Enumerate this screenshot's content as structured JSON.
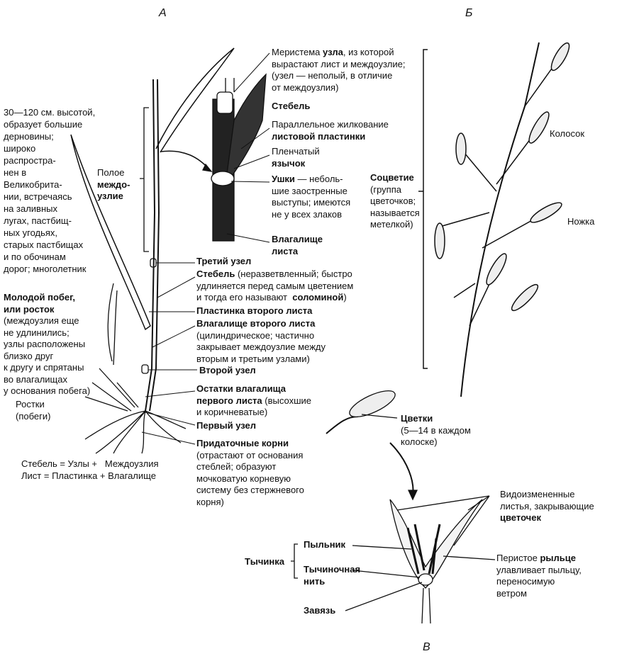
{
  "panels": {
    "a": "А",
    "b": "Б",
    "c": "В"
  },
  "stem_part": {
    "meristem": {
      "pre": "Меристема ",
      "bold": "узла",
      "post": ", из которой\nвырастают лист и междоузлие;\n(узел — неполый, в отличие\nот междоузлия)"
    },
    "stem": "Стебель",
    "venation": {
      "line1": "Параллельное жилкование",
      "line2": "листовой пластинки"
    },
    "ligule": {
      "line1": "Пленчатый",
      "line2": "язычок"
    },
    "auricles": {
      "bold": "Ушки",
      "text": " — неболь-\nшие заостренные\nвыступы; имеются\nне у всех злаков"
    },
    "sheath": "Влагалище\nлиста"
  },
  "description": "30—120 см. высотой,\nобразует большие\nдерновины;\nшироко\nраспростра-\nнен в\nВеликобрита-\nнии, встречаясь\nна заливных\nлугах, пастбищ-\nных угодьях,\nстарых пастбищах\nи по обочинам\nдорог; многолетник",
  "internode": {
    "line1": "Полое",
    "line2": "междо-\nузлие"
  },
  "labels": {
    "third_node": "Третий узел",
    "culm": {
      "bold": "Стебель",
      "text": " (неразветвленный; быстро\nудлиняется перед самым цветением\nи тогда его называют  ",
      "bold2": "соломиной",
      "end": ")"
    },
    "second_blade": "Пластинка второго листа",
    "second_sheath": {
      "bold": "Влагалище второго листа",
      "text": "(цилиндрическое; частично\nзакрывает междоузлие между\nвторым и третьим узлами)"
    },
    "second_node": "Второй узел",
    "first_sheath": {
      "bold1": "Остатки влагалища",
      "bold2": "первого листа",
      "text2": " (высохшие",
      "text3": "и коричневатые)"
    },
    "first_node": "Первый узел",
    "roots": {
      "bold": "Придаточные корни",
      "text": "(отрастают от основания\nстеблей; образуют\nмочковатую корневую\nсистему без стержневого\nкорня)"
    }
  },
  "young_shoot": {
    "bold": "Молодой побег,\nили росток",
    "text": "(междоузлия еще\nне удлинились;\nузлы расположены\nблизко друг\nк другу и спрятаны\nво влагалищах\nу основания побега)"
  },
  "sprouts": "Ростки\n(побеги)",
  "formulas": {
    "line1": "Стебель = Узлы +   Междоузлия",
    "line2": "Лист = Пластинка + Влагалище"
  },
  "inflorescence": {
    "spikelet": "Колосок",
    "bold": "Соцветие",
    "text": "(группа\nцветочков;\nназывается\nметелкой)",
    "stalk": "Ножка"
  },
  "florets": {
    "bold": "Цветки",
    "text": "(5—14 в каждом\nколоске)"
  },
  "flower": {
    "modified_leaves": {
      "text": "Видоизмененные\nлистья, закрывающие",
      "bold": "цветочек"
    },
    "stamen": "Тычинка",
    "anther": "Пыльник",
    "filament": "Тычиночная\nнить",
    "stigma": {
      "pre": "Перистое ",
      "bold": "рыльце",
      "text": "улавливает пыльцу,\nпереносимую\nветром"
    },
    "ovary": "Завязь"
  }
}
